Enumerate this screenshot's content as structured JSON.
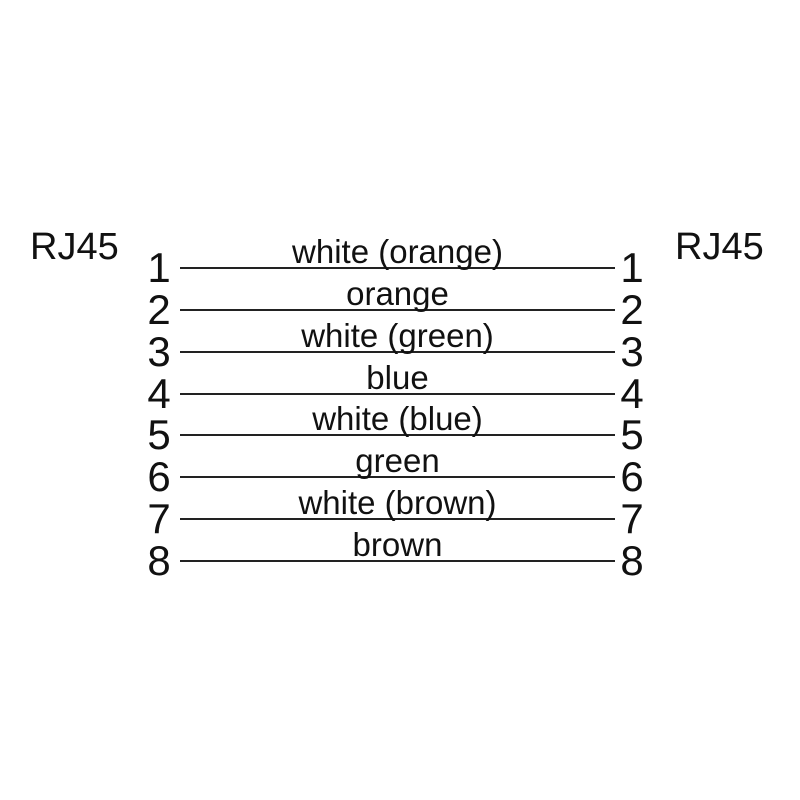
{
  "diagram": {
    "left_connector": "RJ45",
    "right_connector": "RJ45",
    "wires": [
      {
        "left_pin": "1",
        "right_pin": "1",
        "color_label": "white (orange)"
      },
      {
        "left_pin": "2",
        "right_pin": "2",
        "color_label": "orange"
      },
      {
        "left_pin": "3",
        "right_pin": "3",
        "color_label": "white (green)"
      },
      {
        "left_pin": "4",
        "right_pin": "4",
        "color_label": "blue"
      },
      {
        "left_pin": "5",
        "right_pin": "5",
        "color_label": "white (blue)"
      },
      {
        "left_pin": "6",
        "right_pin": "6",
        "color_label": "green"
      },
      {
        "left_pin": "7",
        "right_pin": "7",
        "color_label": "white (brown)"
      },
      {
        "left_pin": "8",
        "right_pin": "8",
        "color_label": "brown"
      }
    ],
    "colors": {
      "text": "#111111",
      "line": "#222222",
      "background": "#ffffff"
    }
  }
}
